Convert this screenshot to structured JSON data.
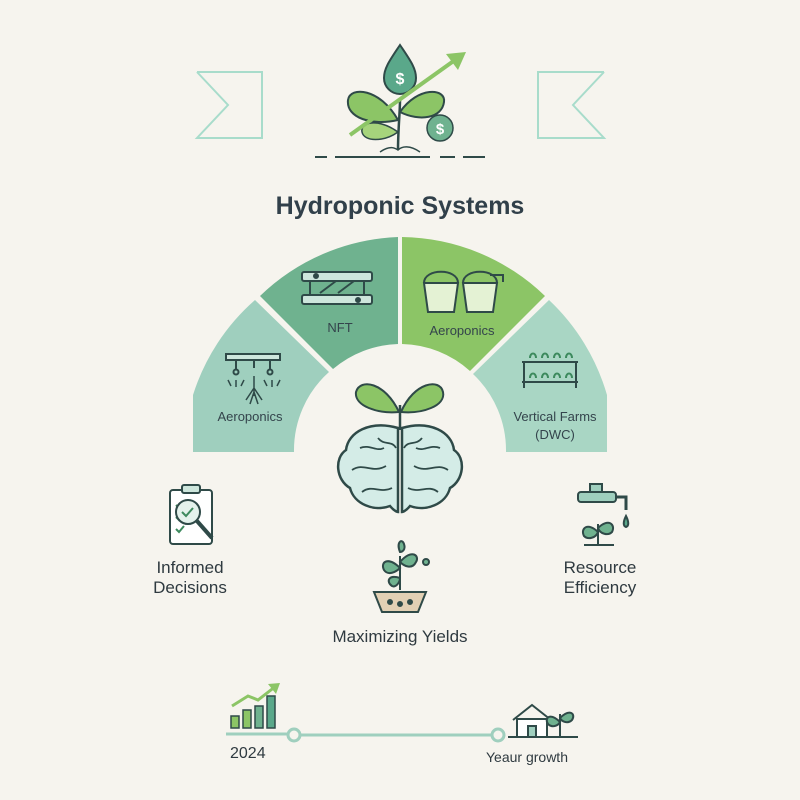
{
  "title": "Hydroponic Systems",
  "segments": [
    {
      "label": "Aeroponics",
      "icon": "sprinkler-icon",
      "color": "#9fcfbe"
    },
    {
      "label": "NFT",
      "icon": "nft-pipes-icon",
      "color": "#6fb28f"
    },
    {
      "label": "Aeroponics",
      "icon": "buckets-icon",
      "color": "#8cc566"
    },
    {
      "label": "Vertical Farms\n(DWC)",
      "icon": "vertical-shelves-icon",
      "color": "#a9d6c4"
    }
  ],
  "center_icon": "brain-sprout-icon",
  "header_icon": "plant-growth-money-icon",
  "benefits": {
    "left": {
      "label": "Informed\nDecisions",
      "icon": "clipboard-magnifier-icon"
    },
    "center": {
      "label": "Maximizing Yields",
      "icon": "potted-seedling-icon"
    },
    "right": {
      "label": "Resource\nEfficiency",
      "icon": "faucet-plant-icon"
    }
  },
  "timeline": {
    "start_label": "2024",
    "end_label": "Yeaur growth",
    "start_icon": "bar-chart-up-icon",
    "end_icon": "house-plant-icon"
  },
  "colors": {
    "background": "#f6f4ee",
    "accent": "#6fb28f",
    "text": "#2f3a40"
  }
}
